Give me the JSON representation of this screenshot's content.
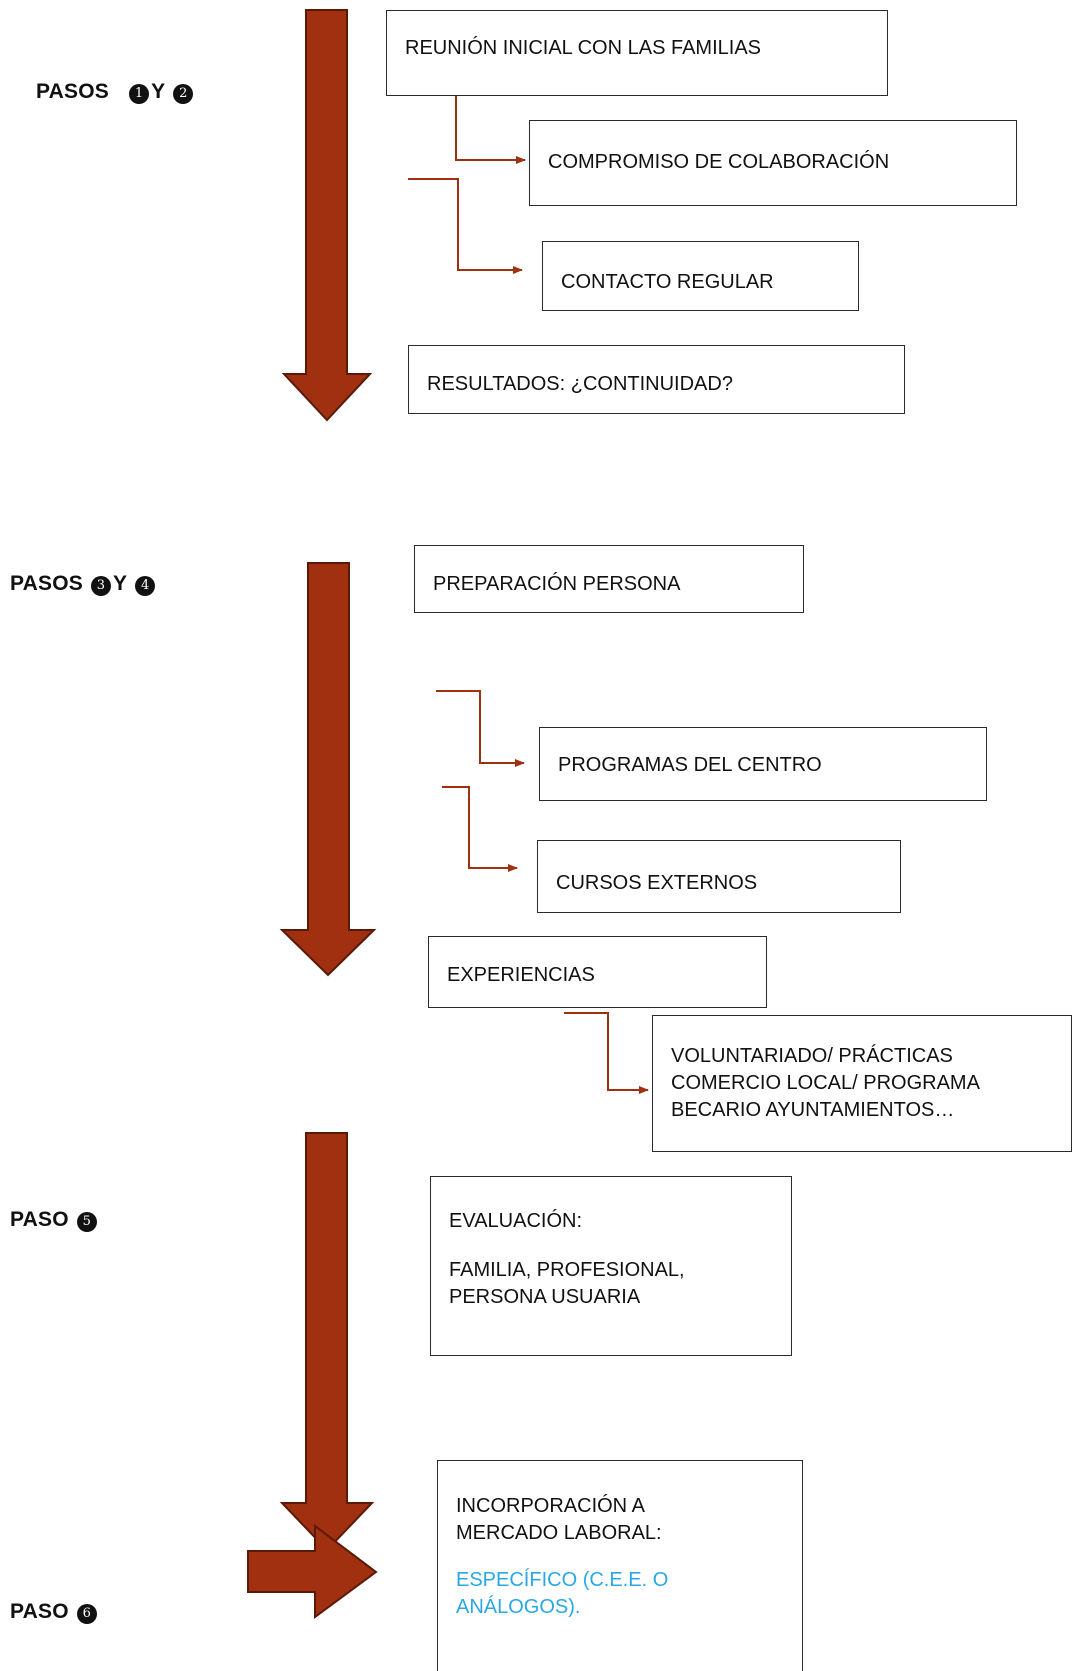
{
  "steps": [
    {
      "prefix": "PASOS",
      "numbers": [
        "1",
        "2"
      ],
      "joiner": "Y"
    },
    {
      "prefix": "PASOS",
      "numbers": [
        "3",
        "4"
      ],
      "joiner": "Y"
    },
    {
      "prefix": "PASO",
      "numbers": [
        "5"
      ],
      "joiner": ""
    },
    {
      "prefix": "PASO",
      "numbers": [
        "6"
      ],
      "joiner": ""
    }
  ],
  "boxes": {
    "reunion": "REUNIÓN INICIAL CON LAS FAMILIAS",
    "compromiso": "COMPROMISO DE COLABORACIÓN",
    "contacto": "CONTACTO REGULAR",
    "resultados": "RESULTADOS: ¿CONTINUIDAD?",
    "preparacion": "PREPARACIÓN PERSONA",
    "programas": "PROGRAMAS DEL CENTRO",
    "cursos": "CURSOS EXTERNOS",
    "experiencias": "EXPERIENCIAS",
    "voluntariado": [
      "VOLUNTARIADO/ PRÁCTICAS",
      "COMERCIO LOCAL/ PROGRAMA",
      "BECARIO AYUNTAMIENTOS…"
    ],
    "evaluacion": {
      "title": "EVALUACIÓN:",
      "lines": [
        "FAMILIA, PROFESIONAL,",
        "PERSONA USUARIA"
      ]
    },
    "incorporacion": {
      "title": [
        "INCORPORACIÓN A",
        "MERCADO LABORAL:"
      ],
      "accent": [
        "ESPECÍFICO (C.E.E. O",
        "ANÁLOGOS)."
      ]
    }
  },
  "colors": {
    "arrow": "#a0300f",
    "arrow_stroke": "#5a1a08",
    "connector": "#a0300f",
    "accent_text": "#29a8e6"
  }
}
